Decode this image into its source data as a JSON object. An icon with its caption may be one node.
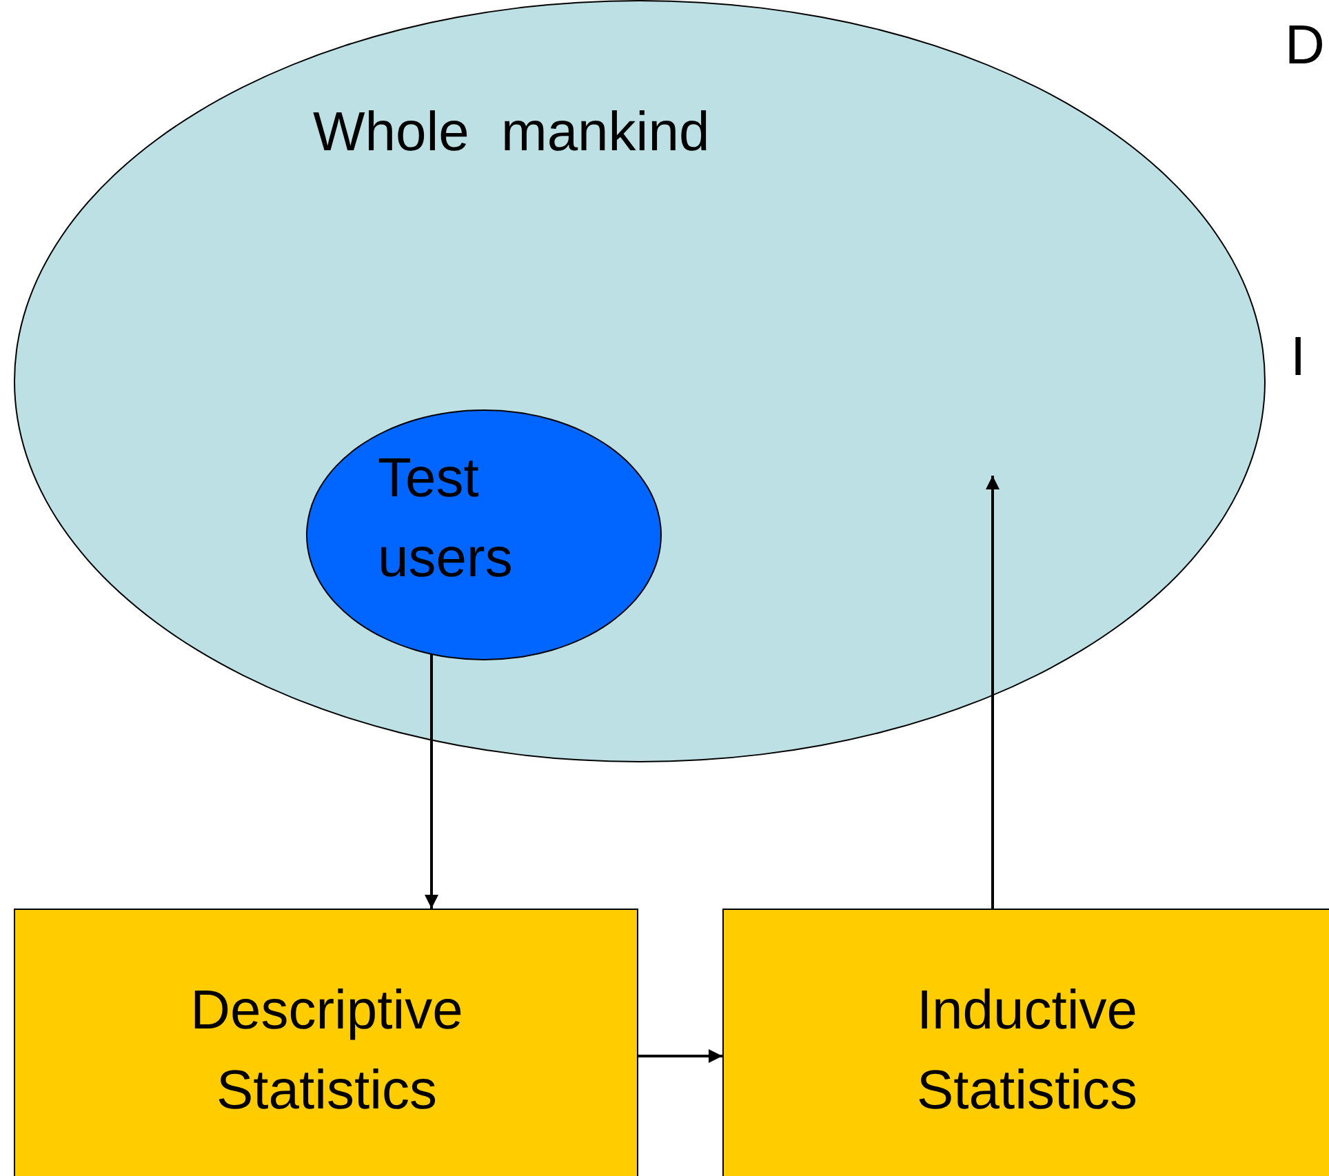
{
  "diagram": {
    "nodes": [
      {
        "text": [
          "Whole mankind"
        ]
      },
      {
        "text": [
          "Test users"
        ],
        "in": 0
      },
      {
        "text": [
          "Descriptive Statistics"
        ]
      },
      {
        "text": [
          "Inductive Statistics"
        ]
      }
    ],
    "edges": [
      {
        "from": 1,
        "to": 2,
        "arrow": "to"
      },
      {
        "from": 2,
        "to": 3,
        "arrow": "to"
      },
      {
        "from": 3,
        "to": null,
        "arrow": "to"
      }
    ],
    "labels": [
      "D",
      "I"
    ]
  }
}
